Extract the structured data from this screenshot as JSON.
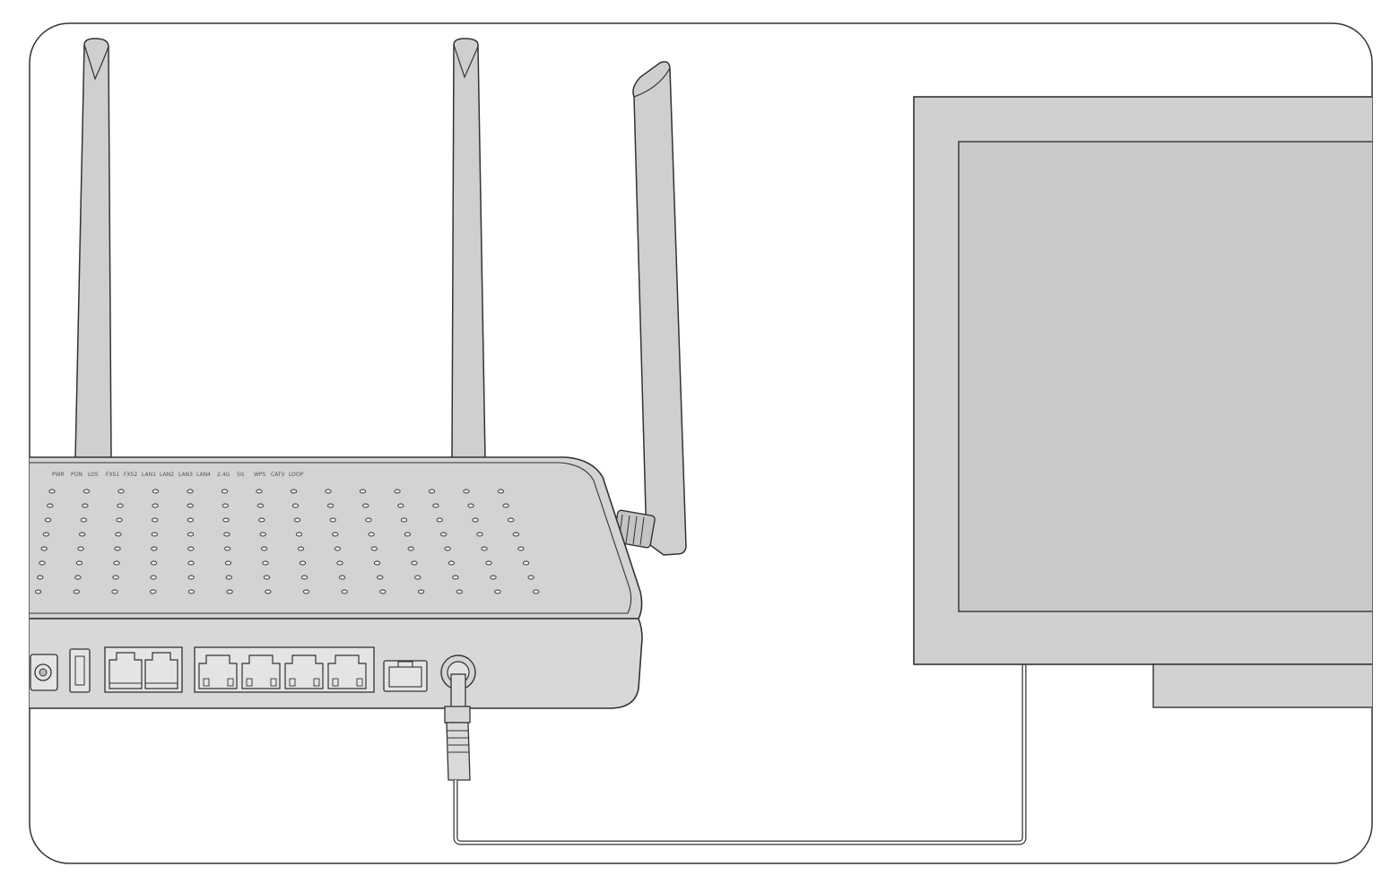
{
  "led_labels": [
    "PWR",
    "PON",
    "LOS",
    "FXS1",
    "FXS2",
    "LAN1",
    "LAN2",
    "LAN3",
    "LAN4",
    "2.4G",
    "5G",
    "WPS",
    "CATV",
    "LOOP"
  ],
  "colors": {
    "outline": "#333333",
    "device_fill": "#d0d0d0",
    "screen_fill": "#c9c9c9",
    "background": "#ffffff"
  },
  "icons": [
    "antenna",
    "router",
    "rj11-port",
    "rj45-port",
    "catv-port",
    "coax-cable",
    "tv-monitor"
  ]
}
